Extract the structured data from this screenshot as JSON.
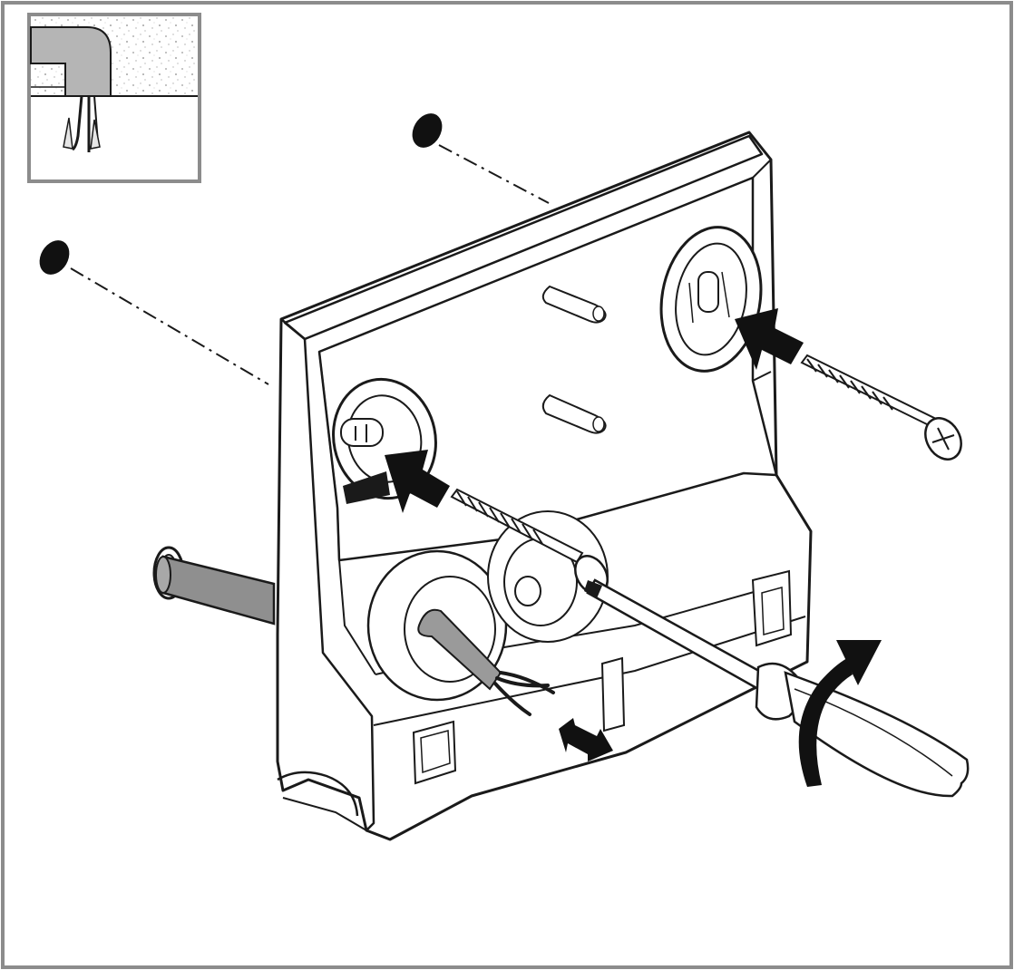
{
  "figure": {
    "kind": "installation-illustration",
    "text": [],
    "colors": {
      "ink": "#1a1a1a",
      "frame": "#8c8c8c",
      "paper": "#ffffff",
      "inset_fill": "#f4f4f4",
      "cable_gray": "#9a9a9a",
      "arrow": "#111111"
    },
    "parts": [
      "wall-plate",
      "wall-plugs",
      "mounting-screws",
      "cable-entry",
      "screwdriver",
      "ceiling-cable-inset"
    ]
  }
}
